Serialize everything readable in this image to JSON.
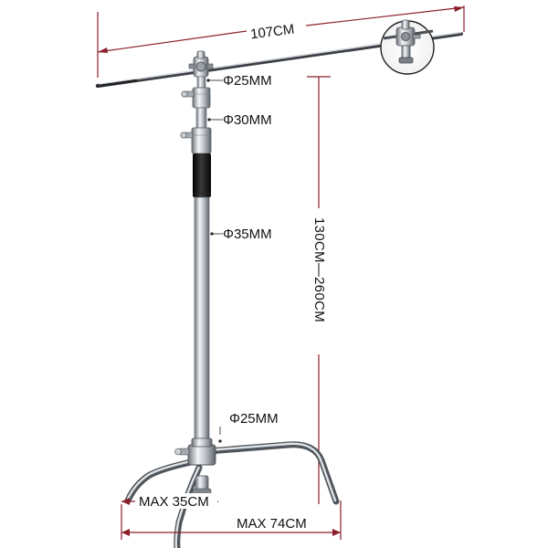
{
  "labels": {
    "boom_length": "107CM",
    "top_tube_diameter": "Φ25MM",
    "middle_tube_diameter": "Φ30MM",
    "bottom_tube_diameter": "Φ35MM",
    "leg_tube_diameter": "Φ25MM",
    "height_range": "130CM—260CM",
    "base_small": "MAX 35CM",
    "base_large": "MAX 74CM"
  },
  "colors": {
    "dimension_line": "#8a1f2a",
    "steel_light": "#e9ecef",
    "steel_mid": "#b9bec4",
    "steel_dark": "#6e747b",
    "grip_black": "#141414",
    "text": "#111111"
  },
  "icons": {
    "clamp_inset": "grip-head-clamp-icon"
  }
}
